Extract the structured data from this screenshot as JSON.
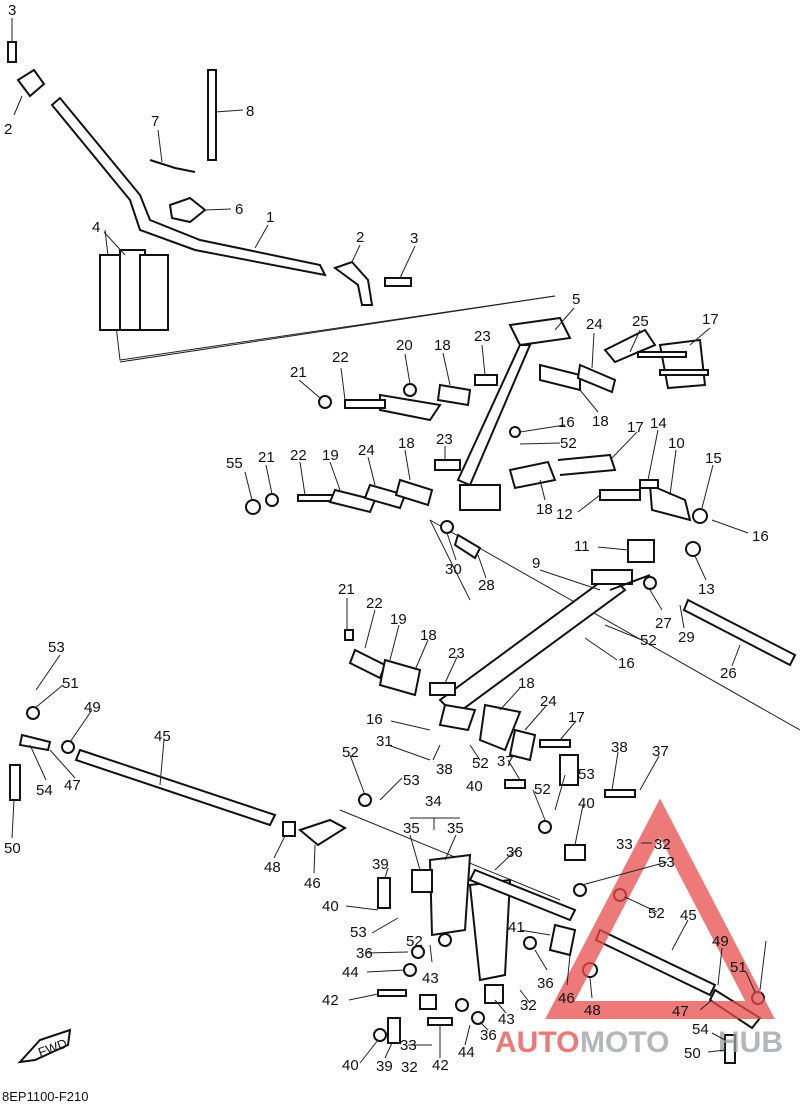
{
  "diagram_code": "8EP1100-F210",
  "fwd_label": "FWD",
  "watermark": {
    "word1": "AUTO",
    "word2": "MOTO",
    "word3": "HUB",
    "color_red": "#e74c4c",
    "color_gray": "#9aa0a6"
  },
  "labels": [
    "3",
    "2",
    "7",
    "8",
    "6",
    "4",
    "1",
    "2",
    "3",
    "5",
    "24",
    "25",
    "17",
    "22",
    "20",
    "18",
    "23",
    "21",
    "18",
    "16",
    "52",
    "17",
    "14",
    "10",
    "15",
    "55",
    "21",
    "22",
    "19",
    "24",
    "18",
    "23",
    "12",
    "18",
    "16",
    "11",
    "13",
    "30",
    "28",
    "9",
    "27",
    "29",
    "52",
    "16",
    "26",
    "21",
    "22",
    "19",
    "18",
    "23",
    "53",
    "51",
    "49",
    "45",
    "18",
    "24",
    "17",
    "16",
    "31",
    "38",
    "52",
    "37",
    "37",
    "38",
    "53",
    "47",
    "52",
    "53",
    "40",
    "52",
    "54",
    "36",
    "40",
    "34",
    "35",
    "35",
    "33",
    "32",
    "50",
    "48",
    "46",
    "39",
    "53",
    "40",
    "52",
    "52",
    "45",
    "36",
    "41",
    "53",
    "44",
    "43",
    "49",
    "36",
    "51",
    "42",
    "46",
    "48",
    "47",
    "33",
    "43",
    "36",
    "32",
    "44",
    "54",
    "40",
    "39",
    "42",
    "32",
    "50"
  ]
}
